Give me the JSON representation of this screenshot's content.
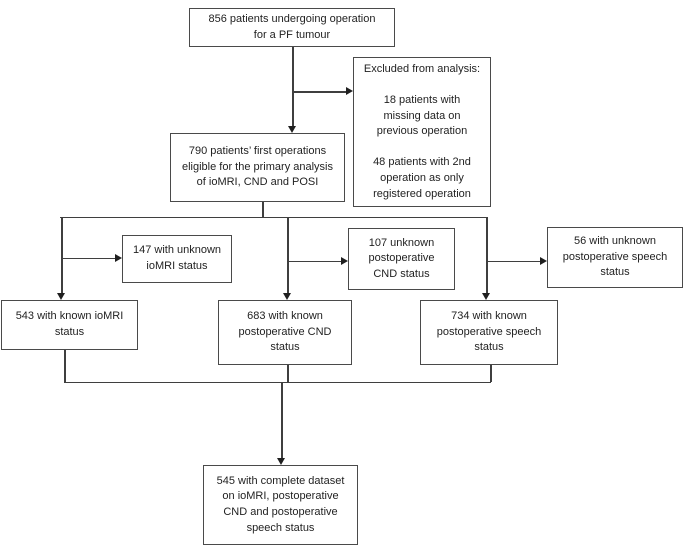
{
  "figure": {
    "type": "patient-flow-diagram",
    "background_color": "#ffffff",
    "box_border_color": "#4a4a4a",
    "connector_color": "#3f3f3f",
    "text_color": "#1f1f1f"
  },
  "nodes": {
    "total": {
      "text": "856 patients undergoing operation\nfor a PF tumour"
    },
    "excluded": {
      "text": "Excluded from analysis:\n\n18 patients with\nmissing data on\nprevious operation\n\n48 patients with 2nd\noperation as only\nregistered operation"
    },
    "eligible": {
      "text": "790 patients’ first operations\neligible for the primary analysis\nof ioMRI, CND and POSI"
    },
    "unknown_iomri": {
      "text": "147 with unknown\nioMRI status"
    },
    "unknown_cnd": {
      "text": "107 unknown\npostoperative\nCND status"
    },
    "unknown_speech": {
      "text": "56 with unknown\npostoperative speech\nstatus"
    },
    "known_iomri": {
      "text": "543 with known ioMRI\nstatus"
    },
    "known_cnd": {
      "text": "683 with known\npostoperative CND\nstatus"
    },
    "known_speech": {
      "text": "734 with known\npostoperative speech\nstatus"
    },
    "complete": {
      "text": "545 with complete dataset\non ioMRI, postoperative\nCND and postoperative\nspeech status"
    }
  }
}
